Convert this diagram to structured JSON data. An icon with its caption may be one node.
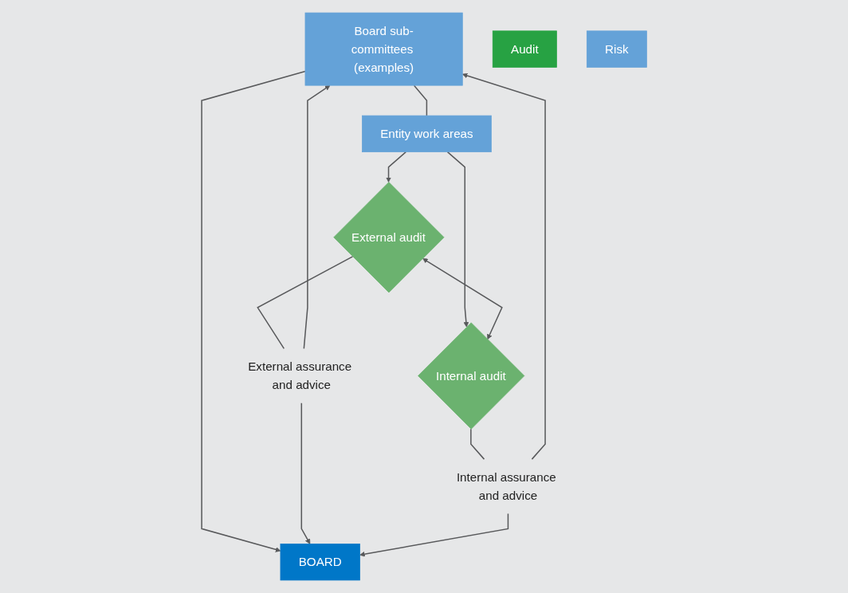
{
  "diagram": {
    "nodes": [
      {
        "text": [
          "BOARD"
        ]
      },
      {
        "text": [
          "Board sub-committees (examples)"
        ]
      },
      {
        "text": [
          "Audit"
        ]
      },
      {
        "text": [
          "Risk"
        ]
      },
      {
        "text": [
          "Entity work areas"
        ]
      },
      {
        "text": [
          "External assurance and advice"
        ]
      },
      {
        "text": [
          "Internal assurance and advice"
        ]
      },
      {
        "text": [
          "External audit"
        ]
      },
      {
        "text": [
          "Internal audit"
        ]
      }
    ],
    "edges": [
      {
        "from": 1,
        "to": 0,
        "arrow": "to"
      },
      {
        "from": 1,
        "to": 4,
        "arrow": "none"
      },
      {
        "from": 4,
        "to": 7,
        "arrow": "to"
      },
      {
        "from": 4,
        "to": 8,
        "arrow": "to"
      },
      {
        "from": 7,
        "to": 8,
        "arrow": "both"
      },
      {
        "from": 7,
        "to": 5,
        "arrow": "none"
      },
      {
        "from": 5,
        "to": 0,
        "arrow": "to"
      },
      {
        "from": 5,
        "to": 1,
        "arrow": "to"
      },
      {
        "from": 8,
        "to": 6,
        "arrow": "none"
      },
      {
        "from": 6,
        "to": 0,
        "arrow": "to"
      },
      {
        "from": 6,
        "to": 1,
        "arrow": "to"
      }
    ]
  }
}
